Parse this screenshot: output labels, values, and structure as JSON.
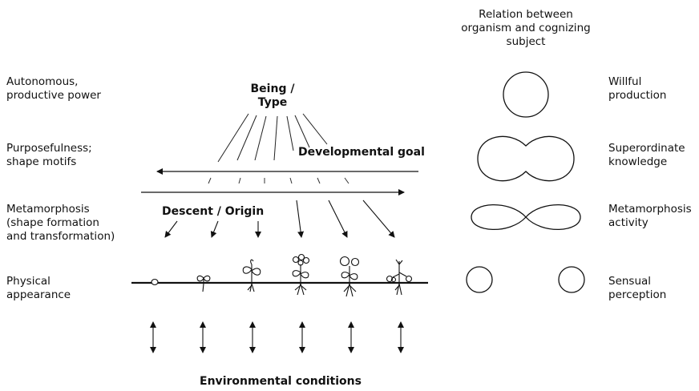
{
  "left_labels": {
    "row1": "Autonomous,\nproductive power",
    "row2": "Purposefulness;\nshape motifs",
    "row3": "Metamorphosis\n(shape formation\nand transformation)",
    "row4": "Physical\nappearance"
  },
  "center_labels": {
    "being_type": "Being /\nType",
    "developmental_goal": "Developmental goal",
    "descent_origin": "Descent / Origin",
    "environmental_conditions": "Environmental conditions"
  },
  "right_column": {
    "title": "Relation between\norganism and cognizing\nsubject",
    "row1": "Willful\nproduction",
    "row2": "Superordinate\nknowledge",
    "row3": "Metamorphosis\nactivity",
    "row4": "Sensual\nperception"
  },
  "colors": {
    "ink": "#111111",
    "background": "#ffffff"
  }
}
